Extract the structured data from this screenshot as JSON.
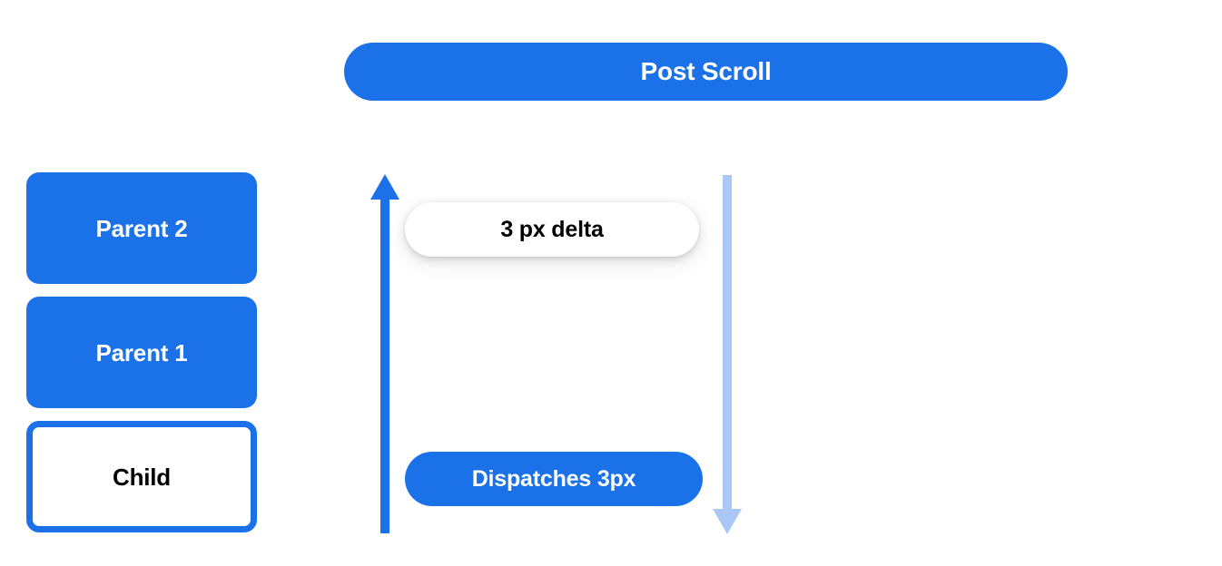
{
  "diagram": {
    "title_bar": {
      "label": "Post Scroll",
      "color": "#1b72e8",
      "text_color": "#ffffff"
    },
    "nodes": [
      {
        "label": "Parent 2",
        "style": "filled",
        "fill": "#1b72e8",
        "text_color": "#ffffff"
      },
      {
        "label": "Parent 1",
        "style": "filled",
        "fill": "#1b72e8",
        "text_color": "#ffffff"
      },
      {
        "label": "Child",
        "style": "outlined",
        "fill": "#ffffff",
        "border_color": "#1b72e8",
        "text_color": "#000000"
      }
    ],
    "arrows": [
      {
        "name": "scroll-up-arrow",
        "direction": "up",
        "color": "#1b72e8",
        "icon": "arrow-up-icon"
      },
      {
        "name": "scroll-down-arrow",
        "direction": "down",
        "color": "#aac7f5",
        "icon": "arrow-down-icon"
      }
    ],
    "pills": [
      {
        "name": "delta-pill",
        "label": "3 px delta",
        "fill": "#ffffff",
        "text_color": "#000000",
        "shadow": true
      },
      {
        "name": "dispatch-pill",
        "label": "Dispatches 3px",
        "fill": "#1b72e8",
        "text_color": "#ffffff",
        "shadow": false
      }
    ]
  },
  "colors": {
    "brand_blue": "#1b72e8",
    "light_blue": "#aac7f5",
    "background": "#ffffff",
    "text_dark": "#000000"
  }
}
